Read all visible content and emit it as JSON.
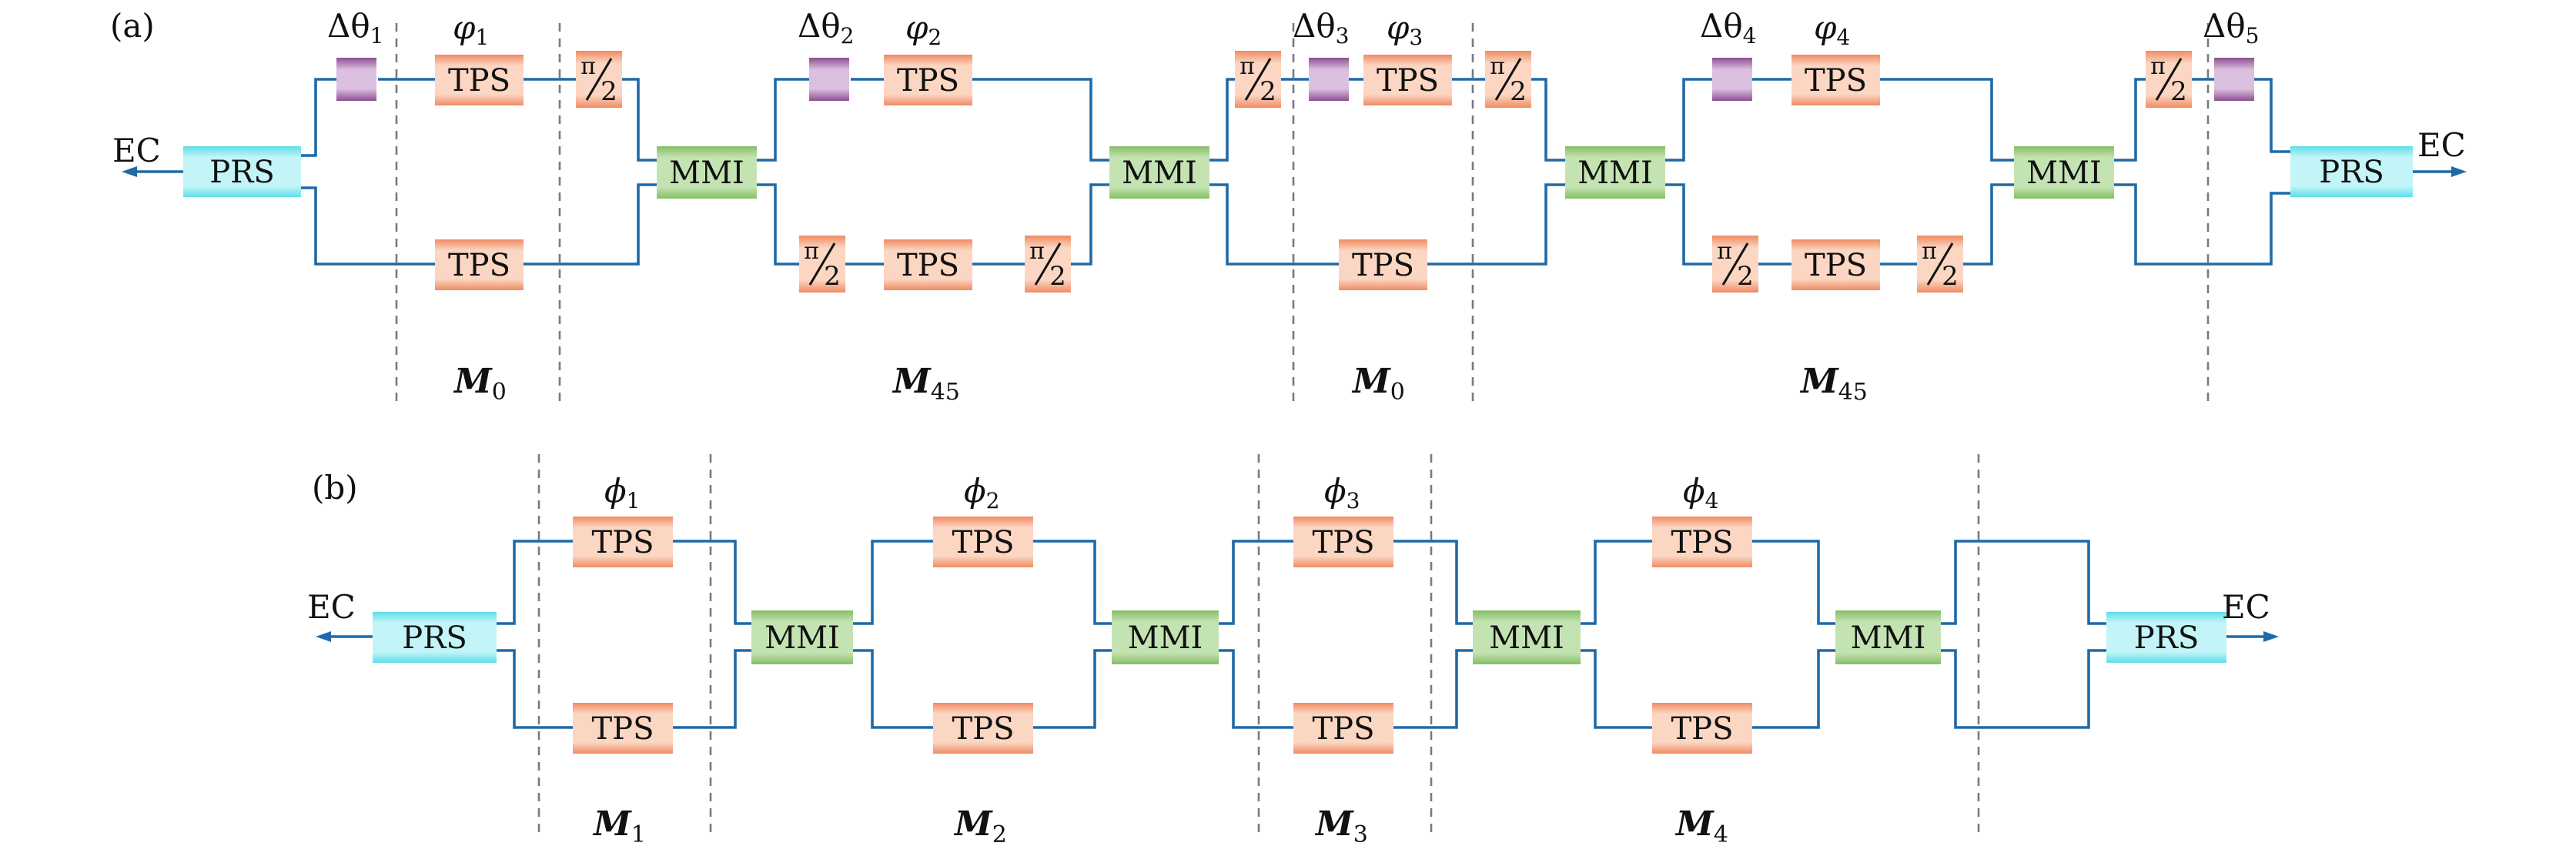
{
  "panel_a": {
    "tag": "(a)",
    "ec_left": "EC",
    "ec_right": "EC",
    "prs": "PRS",
    "tps": "TPS",
    "mmi": "MMI",
    "half_pi": {
      "num": "π",
      "den": "2"
    },
    "phase_labels": [
      {
        "sym": "φ",
        "sub": "1"
      },
      {
        "sym": "φ",
        "sub": "2"
      },
      {
        "sym": "φ",
        "sub": "3"
      },
      {
        "sym": "φ",
        "sub": "4"
      }
    ],
    "delta_labels": [
      {
        "sym": "Δθ",
        "sub": "1"
      },
      {
        "sym": "Δθ",
        "sub": "2"
      },
      {
        "sym": "Δθ",
        "sub": "3"
      },
      {
        "sym": "Δθ",
        "sub": "4"
      },
      {
        "sym": "Δθ",
        "sub": "5"
      }
    ],
    "section_labels": [
      {
        "sym": "M",
        "sub": "0"
      },
      {
        "sym": "M",
        "sub": "45"
      },
      {
        "sym": "M",
        "sub": "0"
      },
      {
        "sym": "M",
        "sub": "45"
      }
    ]
  },
  "panel_b": {
    "tag": "(b)",
    "ec_left": "EC",
    "ec_right": "EC",
    "prs": "PRS",
    "tps": "TPS",
    "mmi": "MMI",
    "phase_labels": [
      {
        "sym": "ϕ",
        "sub": "1"
      },
      {
        "sym": "ϕ",
        "sub": "2"
      },
      {
        "sym": "ϕ",
        "sub": "3"
      },
      {
        "sym": "ϕ",
        "sub": "4"
      }
    ],
    "section_labels": [
      {
        "sym": "M",
        "sub": "1"
      },
      {
        "sym": "M",
        "sub": "2"
      },
      {
        "sym": "M",
        "sub": "3"
      },
      {
        "sym": "M",
        "sub": "4"
      }
    ]
  },
  "colors": {
    "waveguide": "#1f6aa8",
    "tps": "#f4b79a",
    "mmi": "#a9d18e",
    "prs": "#a6eef2",
    "delta_phase": "#b07fb3",
    "separator": "#7a7a7a"
  }
}
